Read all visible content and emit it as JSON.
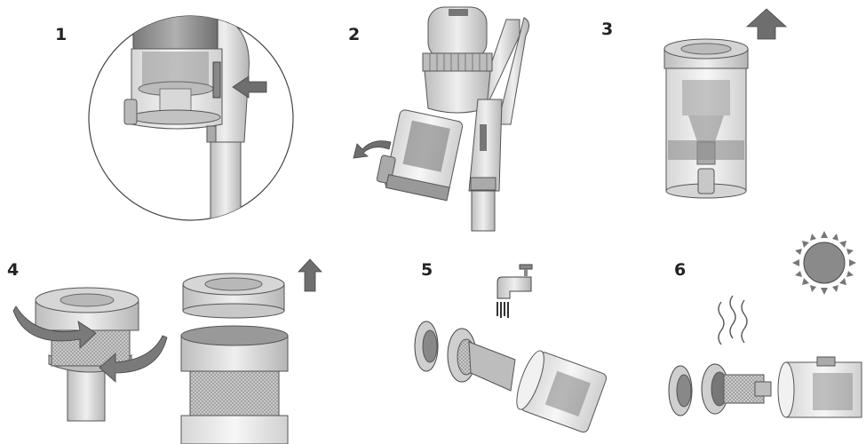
{
  "steps": [
    {
      "number": "1"
    },
    {
      "number": "2"
    },
    {
      "number": "3"
    },
    {
      "number": "4"
    },
    {
      "number": "5"
    },
    {
      "number": "6"
    }
  ],
  "colors": {
    "body_light": "#e6e6e6",
    "body_mid": "#c9c9c9",
    "body_dark": "#8e8e8e",
    "outline": "#4a4a4a",
    "arrow": "#707070",
    "sun": "#8a8a8a"
  }
}
